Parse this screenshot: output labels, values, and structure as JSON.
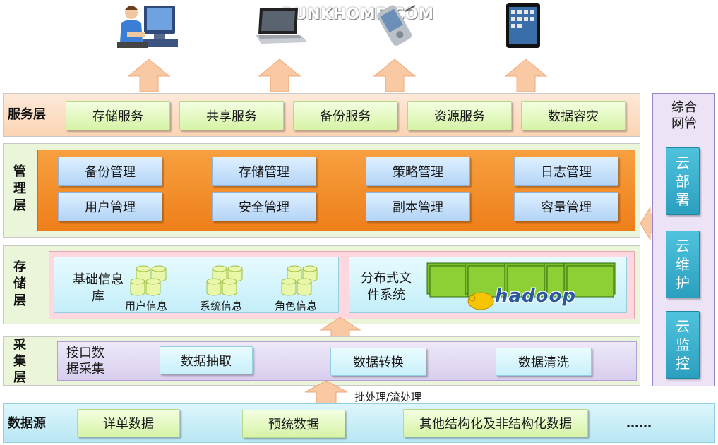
{
  "watermark": "DUNKHOME.COM",
  "devices": [
    {
      "icon": "desktop-user-icon"
    },
    {
      "icon": "laptop-icon"
    },
    {
      "icon": "pda-icon"
    },
    {
      "icon": "tablet-icon"
    }
  ],
  "service_layer": {
    "label": "服务层",
    "items": [
      "存储服务",
      "共享服务",
      "备份服务",
      "资源服务",
      "数据容灾"
    ]
  },
  "management_layer": {
    "label": "管理层",
    "items": [
      "备份管理",
      "存储管理",
      "策略管理",
      "日志管理",
      "用户管理",
      "安全管理",
      "副本管理",
      "容量管理"
    ]
  },
  "storage_layer": {
    "label": "存储层",
    "basic_db": "基础信息库",
    "db_items": [
      "用户信息",
      "系统信息",
      "角色信息"
    ],
    "dfs": "分布式文件系统",
    "hadoop": "hadoop"
  },
  "collection_layer": {
    "label": "采集层",
    "interface": "接口数据采集",
    "items": [
      "数据抽取",
      "数据转换",
      "数据清洗"
    ]
  },
  "data_source": {
    "label": "数据源",
    "items": [
      "详单数据",
      "预统数据",
      "其他结构化及非结构化数据"
    ],
    "ellipsis": "……"
  },
  "batch_label": "批处理/流处理",
  "network_mgmt": {
    "title": "综合网管",
    "items": [
      "云部署",
      "云维护",
      "云监控"
    ]
  },
  "colors": {
    "service_bg": "#fde0c8",
    "mgmt_bg": "#ebf5d9",
    "mgmt_inner": "#f28a24",
    "storage_bg": "#ebf5d9",
    "storage_inner": "#ffd8df",
    "collect_inner": "#e3d9f2",
    "source_bg": "#c9eef8",
    "net_bg": "#e9e1f5",
    "arrow": "#f9c9a3"
  }
}
